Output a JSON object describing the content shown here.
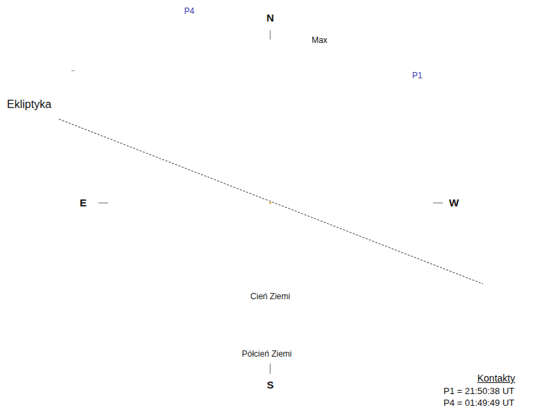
{
  "diagram": {
    "nodes": [
      {
        "text": [
          "Półcień Ziemi"
        ]
      },
      {
        "text": [
          "Cień Ziemi"
        ],
        "in": 0
      },
      {
        "text": [
          "P4"
        ]
      },
      {
        "text": [
          "Max"
        ]
      },
      {
        "text": [
          "P1"
        ]
      }
    ],
    "labels": [
      "Ekliptyka",
      "N",
      "E",
      "W",
      "S",
      "Kontakty",
      "P1 = 21:50:38 UT",
      "P4 = 01:49:49 UT"
    ]
  }
}
